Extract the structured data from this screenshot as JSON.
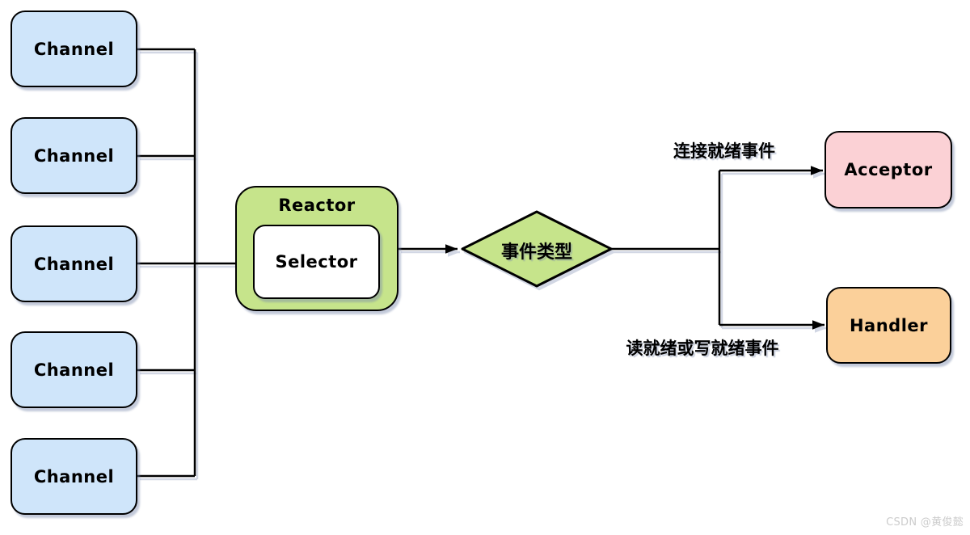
{
  "diagram": {
    "title_meaning": "Reactor pattern event dispatch diagram",
    "channels": [
      "Channel",
      "Channel",
      "Channel",
      "Channel",
      "Channel"
    ],
    "reactor": {
      "label": "Reactor",
      "selector_label": "Selector"
    },
    "decision": {
      "label": "事件类型"
    },
    "branches": {
      "accept": {
        "edge_label": "连接就绪事件",
        "target_label": "Acceptor"
      },
      "readwrite": {
        "edge_label": "读就绪或写就绪事件",
        "target_label": "Handler"
      }
    },
    "watermark": "CSDN @黄俊懿"
  },
  "colors": {
    "channel_fill": "#cfe5fa",
    "reactor_fill": "#c6e48b",
    "selector_fill": "#ffffff",
    "decision_fill": "#c6e48b",
    "acceptor_fill": "#fbd1d5",
    "handler_fill": "#fbd09a",
    "stroke": "#000000",
    "shadow": "#7b89ac",
    "watermark_color": "#cccccc",
    "background": "#ffffff"
  }
}
